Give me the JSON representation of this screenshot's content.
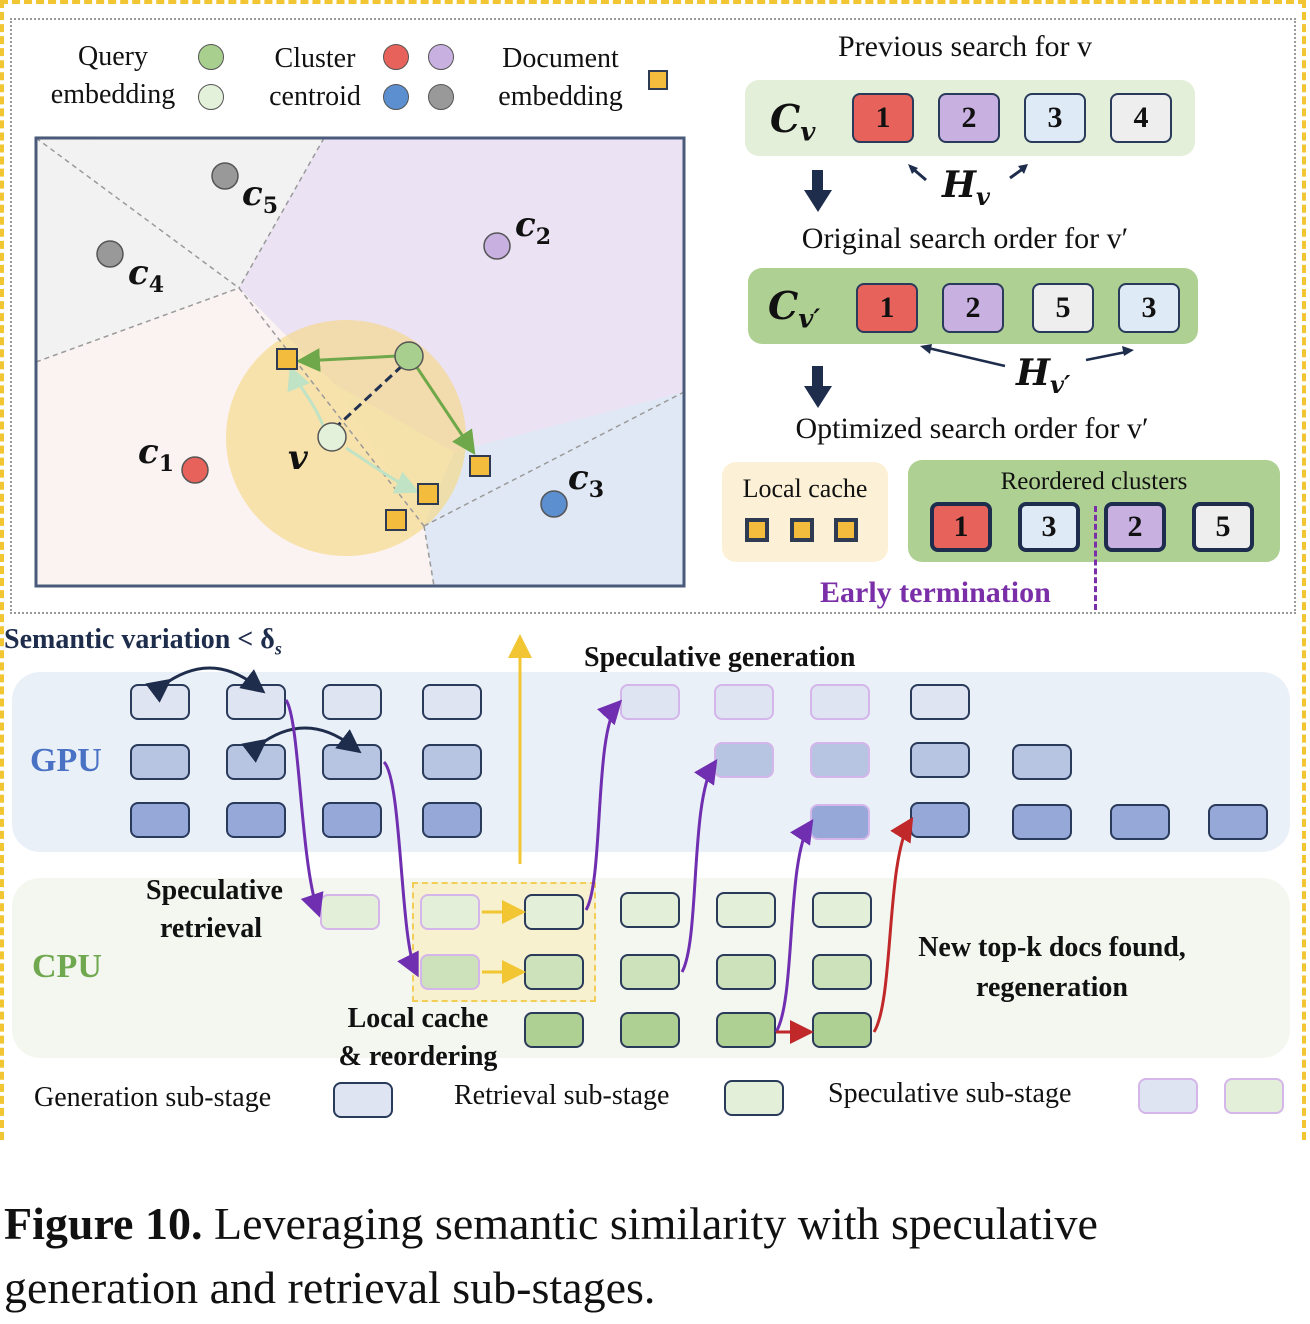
{
  "legend": {
    "query": {
      "line1": "Query",
      "line2": "embedding"
    },
    "cluster": {
      "line1": "Cluster",
      "line2": "centroid"
    },
    "document": {
      "line1": "Document",
      "line2": "embedding"
    }
  },
  "map": {
    "centroid_labels": {
      "c1": "c",
      "c1_sub": "1",
      "c2": "c",
      "c2_sub": "2",
      "c3": "c",
      "c3_sub": "3",
      "c4": "c",
      "c4_sub": "4",
      "c5": "c",
      "c5_sub": "5"
    },
    "query_label": "v"
  },
  "search": {
    "previous_title": "Previous search for v",
    "original_title": "Original search order for v′",
    "optimized_title": "Optimized search order for v′",
    "cv_label": "C",
    "cv_sub": "v",
    "cvp_sub": "v′",
    "hv_label": "H",
    "hv_sub": "v",
    "hvp_sub": "v′",
    "previous_clusters": [
      "1",
      "2",
      "3",
      "4"
    ],
    "original_clusters": [
      "1",
      "2",
      "5",
      "3"
    ],
    "local_cache_label": "Local cache",
    "reordered_label": "Reordered clusters",
    "reordered_clusters": [
      "1",
      "3",
      "2",
      "5"
    ],
    "early_termination": "Early termination"
  },
  "pipeline": {
    "semantic_variation": "Semantic variation < δ",
    "semantic_sub": "s",
    "speculative_generation": "Speculative generation",
    "gpu_label": "GPU",
    "cpu_label": "CPU",
    "speculative_retrieval_1": "Speculative",
    "speculative_retrieval_2": "retrieval",
    "local_cache_1": "Local cache",
    "local_cache_2": "& reordering",
    "new_topk_1": "New top-k docs found,",
    "new_topk_2": "regeneration"
  },
  "bottom_legend": {
    "generation": "Generation sub-stage",
    "retrieval": "Retrieval sub-stage",
    "speculative": "Speculative sub-stage"
  },
  "caption": {
    "label": "Figure 10.",
    "text1": " Leveraging semantic similarity with speculative",
    "text2": "generation and retrieval sub-stages."
  },
  "colors": {
    "cluster1": "#e8625c",
    "cluster2": "#c8b0e0",
    "cluster3": "#5b8fcf",
    "cluster_gray": "#999999",
    "query": "#a8cf8e",
    "query_light": "#e3f0da",
    "document": "#f3bc3c",
    "speculative_arrow": "#6f2fb0",
    "regen_arrow": "#c0282a",
    "early_term": "#7a2fa8",
    "gpu_text": "#4a72c4",
    "cpu_text": "#6fa84e"
  }
}
